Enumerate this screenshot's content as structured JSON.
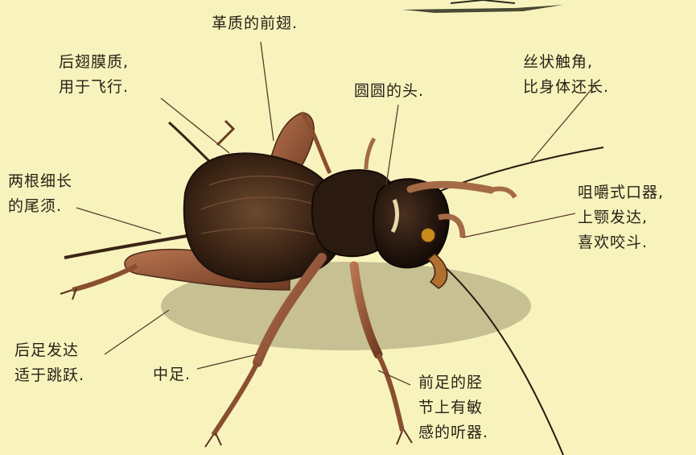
{
  "labels": {
    "forewing": [
      "革质的前翅."
    ],
    "hindwing": [
      "后翅膜质,",
      "用于飞行."
    ],
    "head": [
      "圆圆的头."
    ],
    "antenna": [
      "丝状触角,",
      "比身体还长."
    ],
    "cerci": [
      "两根细长",
      "的尾须."
    ],
    "mouthparts": [
      "咀嚼式口器,",
      "上颚发达,",
      "喜欢咬斗."
    ],
    "hindleg": [
      "后足发达",
      "适于跳跃."
    ],
    "midleg": [
      "中足."
    ],
    "foreleg": [
      "前足的胫",
      "节上有敏",
      "感的听器."
    ]
  },
  "colors": {
    "background": "#f8f3bd",
    "body_dark": "#2b1a10",
    "body_mid": "#5a3a22",
    "leg": "#9b5c3a",
    "text": "#2a2016",
    "pointer": "#5a3a2a"
  }
}
